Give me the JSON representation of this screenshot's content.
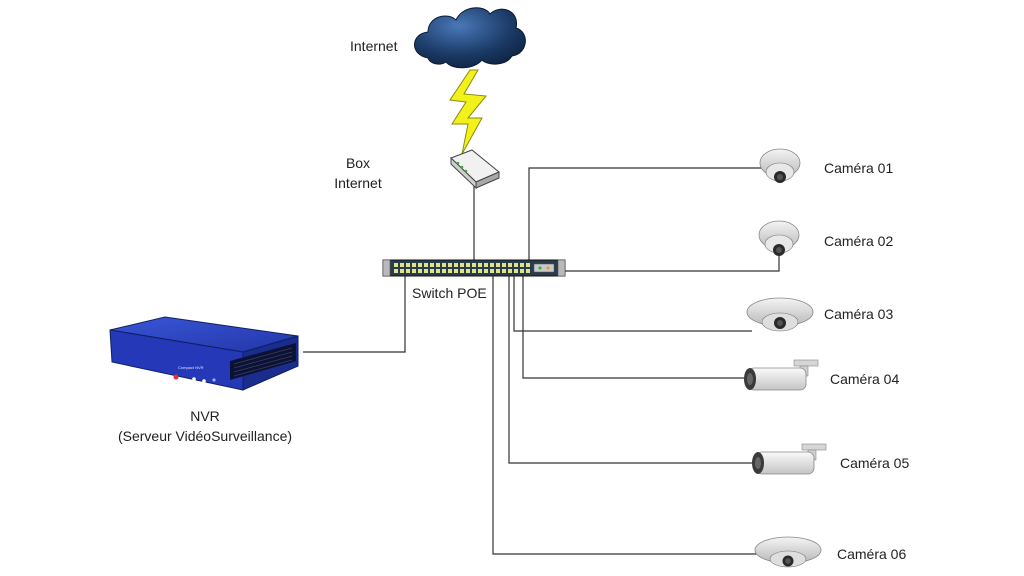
{
  "labels": {
    "internet": "Internet",
    "box_line1": "Box",
    "box_line2": "Internet",
    "switch": "Switch POE",
    "nvr_line1": "NVR",
    "nvr_line2": "(Serveur VidéoSurveillance)",
    "nvr_device_text": "Compact NVR"
  },
  "cameras": [
    {
      "label": "Caméra 01",
      "icon": "dome-camera-icon"
    },
    {
      "label": "Caméra 02",
      "icon": "dome-camera-icon"
    },
    {
      "label": "Caméra 03",
      "icon": "mini-dome-camera-icon"
    },
    {
      "label": "Caméra 04",
      "icon": "bullet-camera-icon"
    },
    {
      "label": "Caméra 05",
      "icon": "bullet-camera-icon"
    },
    {
      "label": "Caméra 06",
      "icon": "mini-dome-camera-icon"
    }
  ],
  "colors": {
    "cloud": "#1b3a66",
    "lightning": "#f2f21a",
    "nvr": "#2438b8",
    "switch": "#2a3b4e",
    "line": "#333333"
  }
}
